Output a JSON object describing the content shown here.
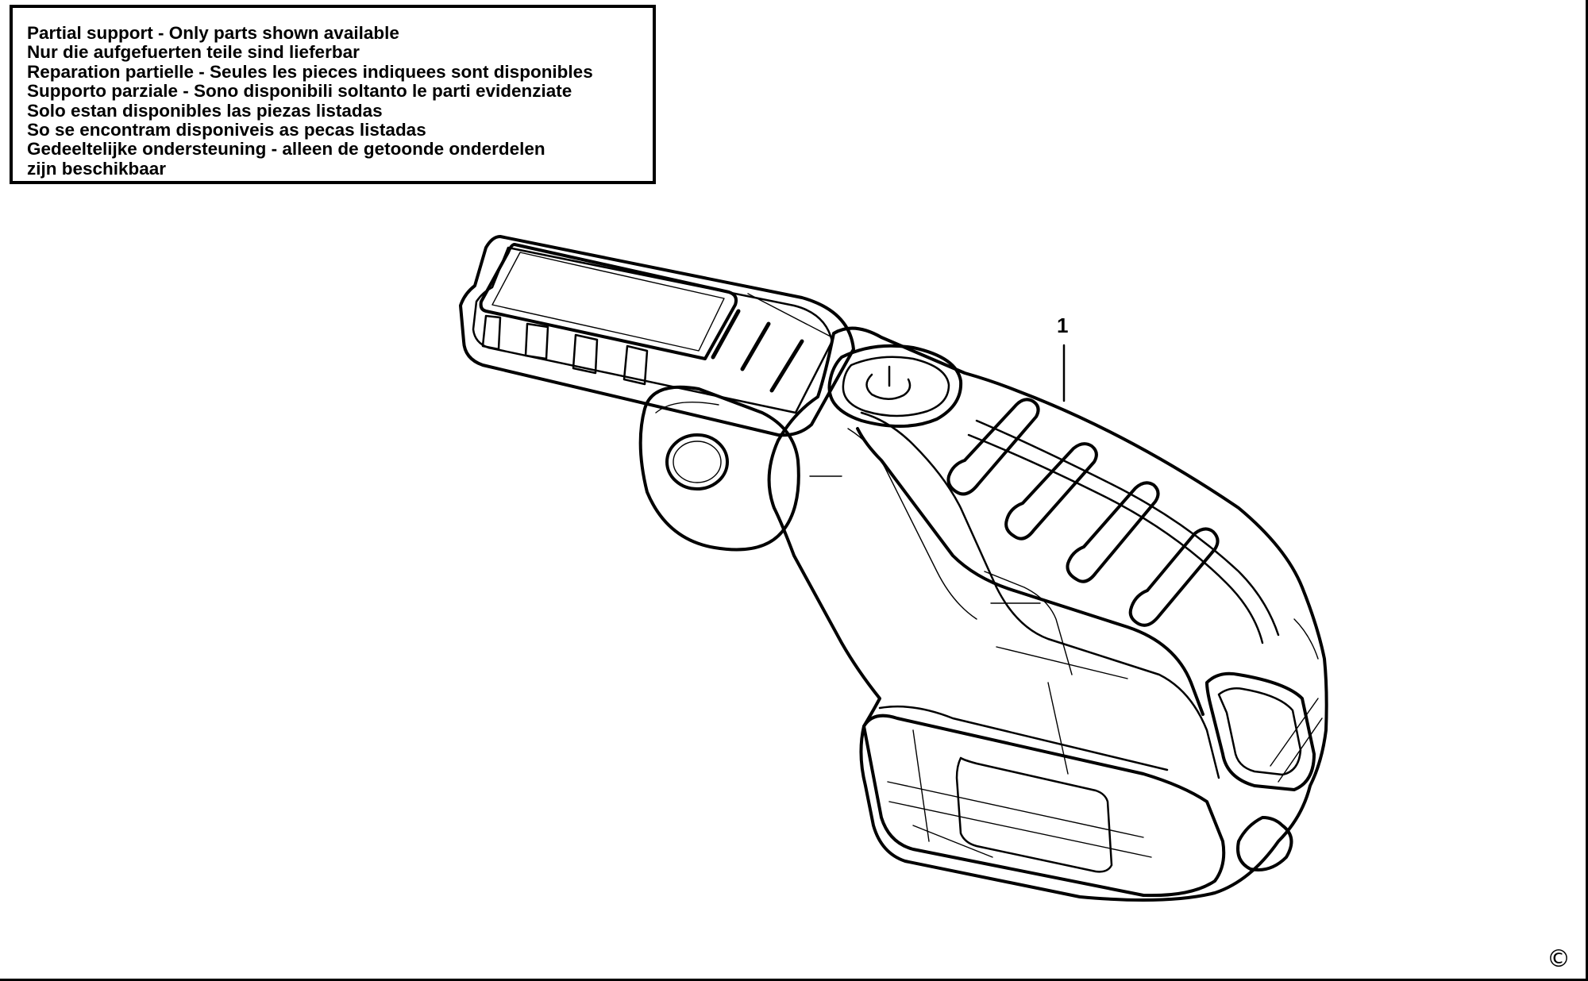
{
  "notice": {
    "lines": [
      "Partial support - Only parts shown available",
      "Nur die aufgefuerten teile sind lieferbar",
      "Reparation partielle - Seules les pieces indiquees sont disponibles",
      "Supporto parziale - Sono disponibili soltanto le parti evidenziate",
      "Solo estan disponibles las piezas listadas",
      "So se encontram disponiveis as pecas listadas",
      "Gedeeltelijke ondersteuning - alleen de getoonde onderdelen",
      "zijn beschikbaar"
    ]
  },
  "callouts": [
    {
      "label": "1"
    }
  ],
  "copyright_symbol": "©",
  "colors": {
    "background": "#ffffff",
    "line": "#000000"
  }
}
